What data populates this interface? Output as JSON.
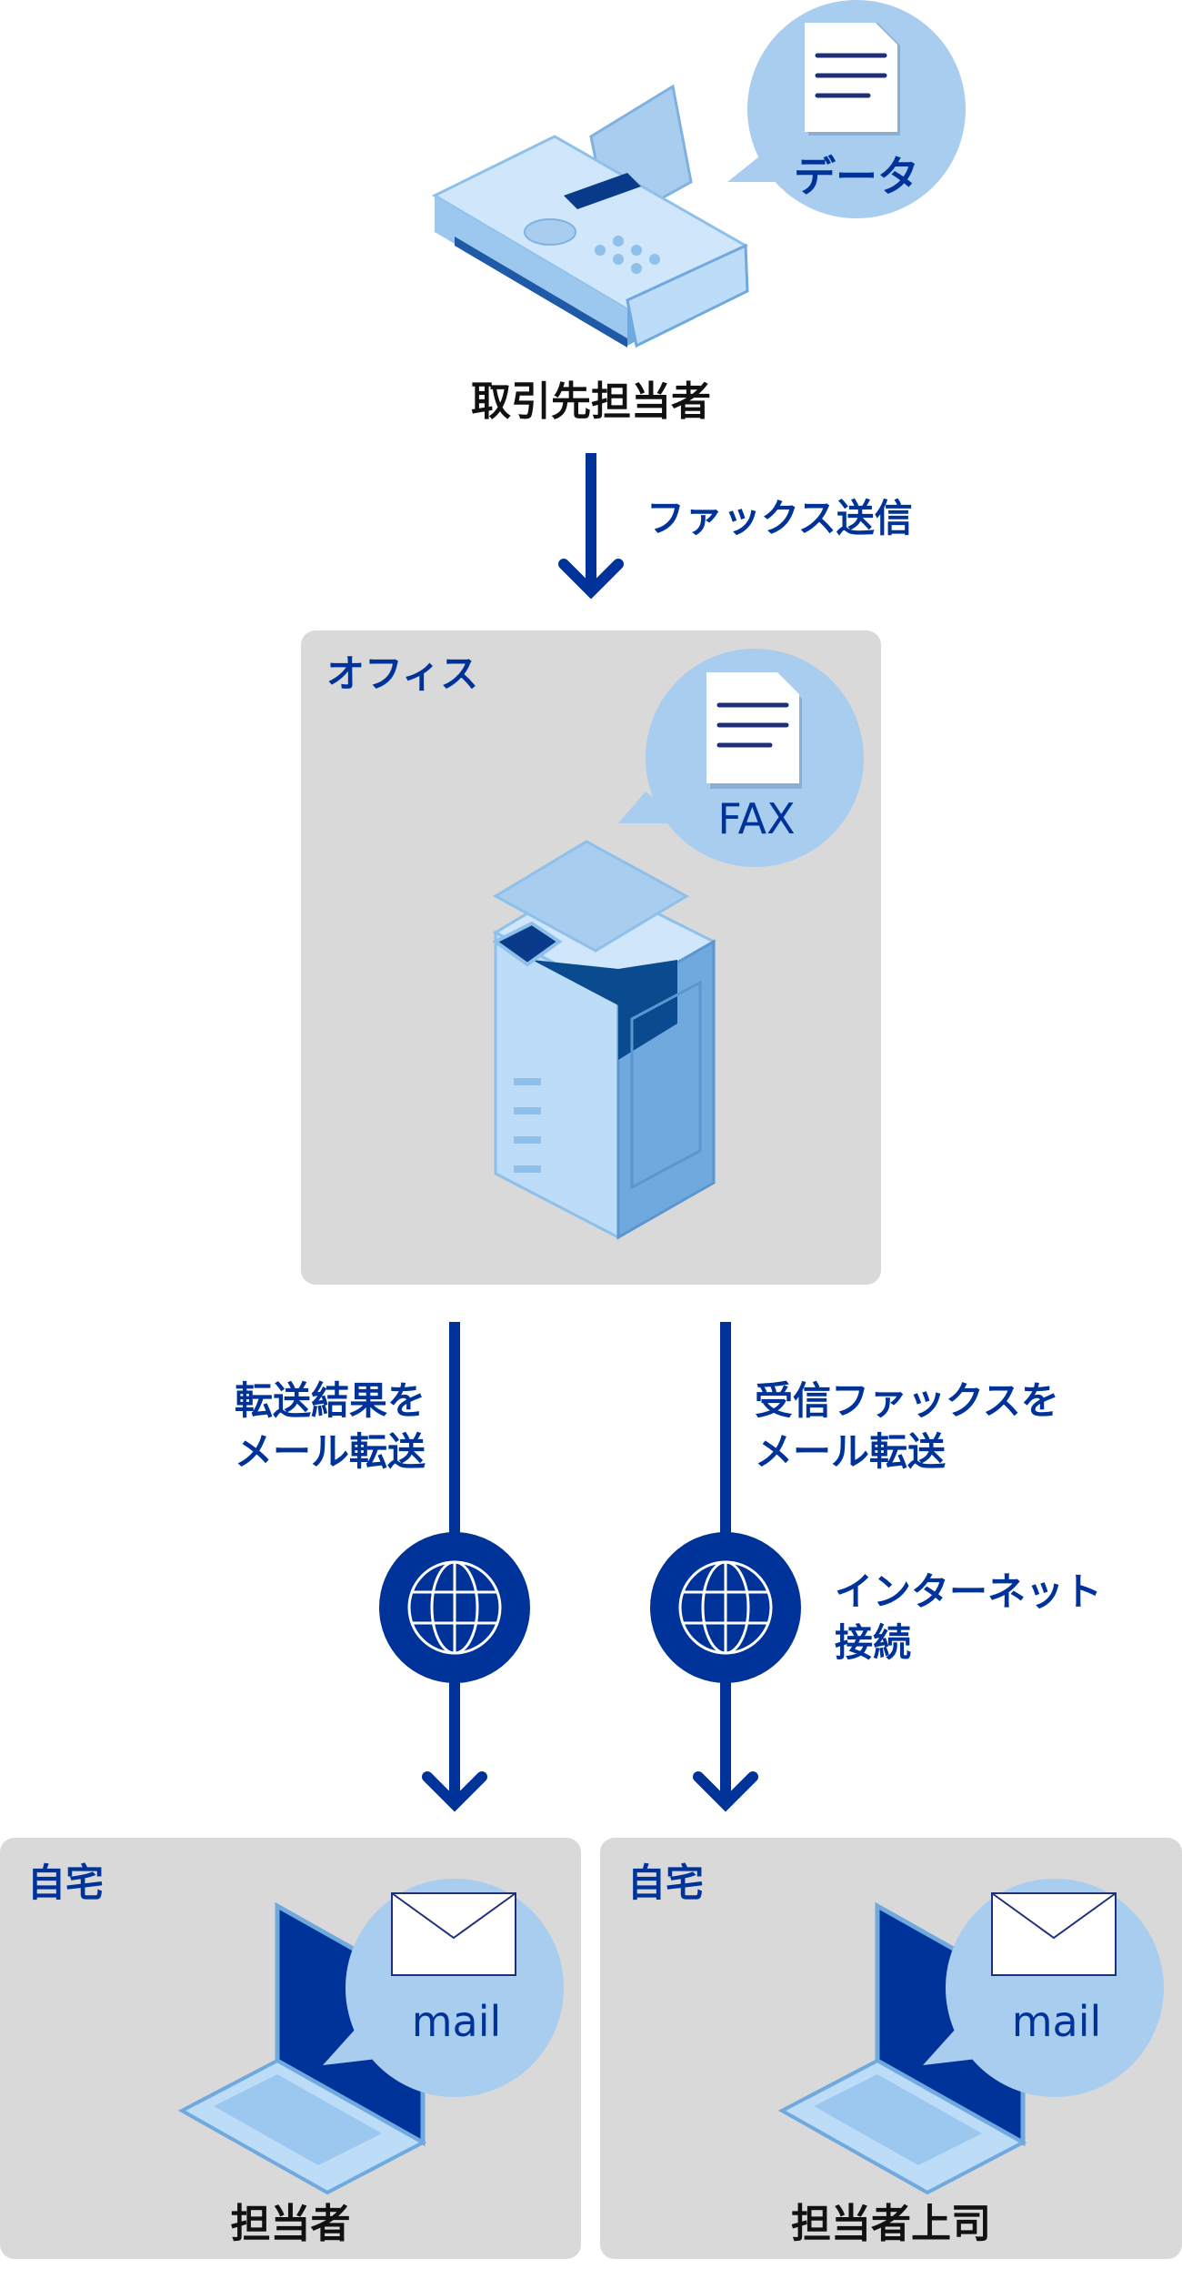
{
  "colors": {
    "accent": "#003399",
    "bubble": "#a9cdee",
    "panel": "#d9d9d9",
    "device": "#9cc8ef"
  },
  "sender": {
    "label": "取引先担当者",
    "bubble_label": "データ",
    "bubble_icon": "document-icon"
  },
  "step1": {
    "label": "ファックス送信"
  },
  "office": {
    "title": "オフィス",
    "bubble_label": "FAX",
    "bubble_icon": "document-icon"
  },
  "left_path": {
    "label_line1": "転送結果を",
    "label_line2": "メール転送"
  },
  "right_path": {
    "label_line1": "受信ファックスを",
    "label_line2": "メール転送"
  },
  "internet": {
    "label_line1": "インターネット",
    "label_line2": "接続",
    "icon": "globe-icon"
  },
  "home_left": {
    "title": "自宅",
    "bubble_label": "mail",
    "person": "担当者"
  },
  "home_right": {
    "title": "自宅",
    "bubble_label": "mail",
    "person": "担当者上司"
  }
}
